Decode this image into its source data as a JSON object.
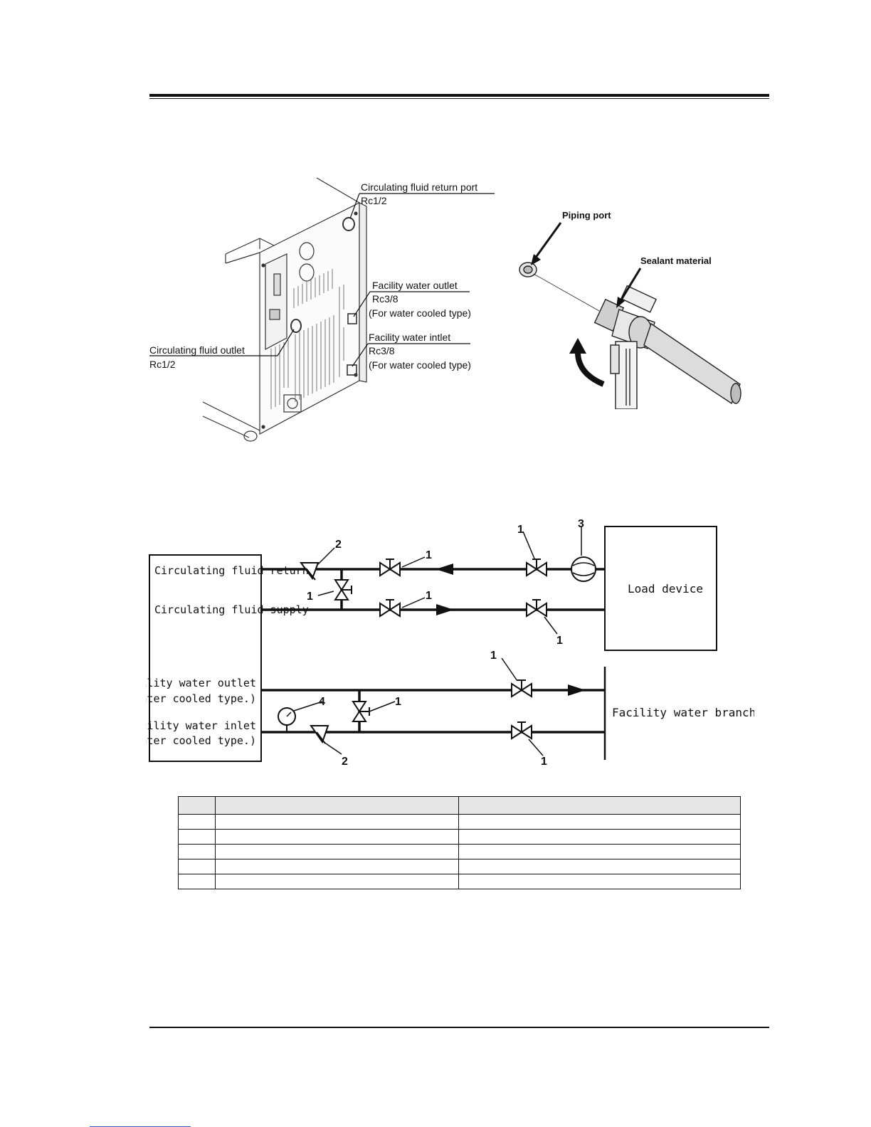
{
  "unit_figure": {
    "return_port_label": "Circulating fluid return port",
    "return_port_size": "Rc1/2",
    "fw_outlet_label": "Facility water outlet",
    "fw_outlet_size": "Rc3/8",
    "fw_outlet_note": "(For water cooled type)",
    "fw_inlet_label": "Facility water intlet",
    "fw_inlet_size": "Rc3/8",
    "fw_inlet_note": "(For water cooled type)",
    "outlet_label": "Circulating fluid outlet",
    "outlet_size": "Rc1/2"
  },
  "sealing_figure": {
    "piping_port": "Piping port",
    "sealant": "Sealant material"
  },
  "piping_diagram": {
    "circ_return": "Circulating fluid return",
    "circ_supply": "Circulating fluid supply",
    "fw_outlet": "Facility water outlet",
    "fw_outlet_note": "(For water cooled type.)",
    "fw_inlet": "Facility water inlet",
    "fw_inlet_note": "(For water cooled type.)",
    "load_device": "Load device",
    "fw_branch": "Facility water branch",
    "n1": "1",
    "n2": "2",
    "n3": "3",
    "n4": "4"
  },
  "parts_table": {
    "headers": [
      "",
      "",
      ""
    ],
    "rows": [
      [
        "",
        "",
        ""
      ],
      [
        "",
        "",
        ""
      ],
      [
        "",
        "",
        ""
      ],
      [
        "",
        "",
        ""
      ],
      [
        "",
        "",
        ""
      ]
    ]
  }
}
